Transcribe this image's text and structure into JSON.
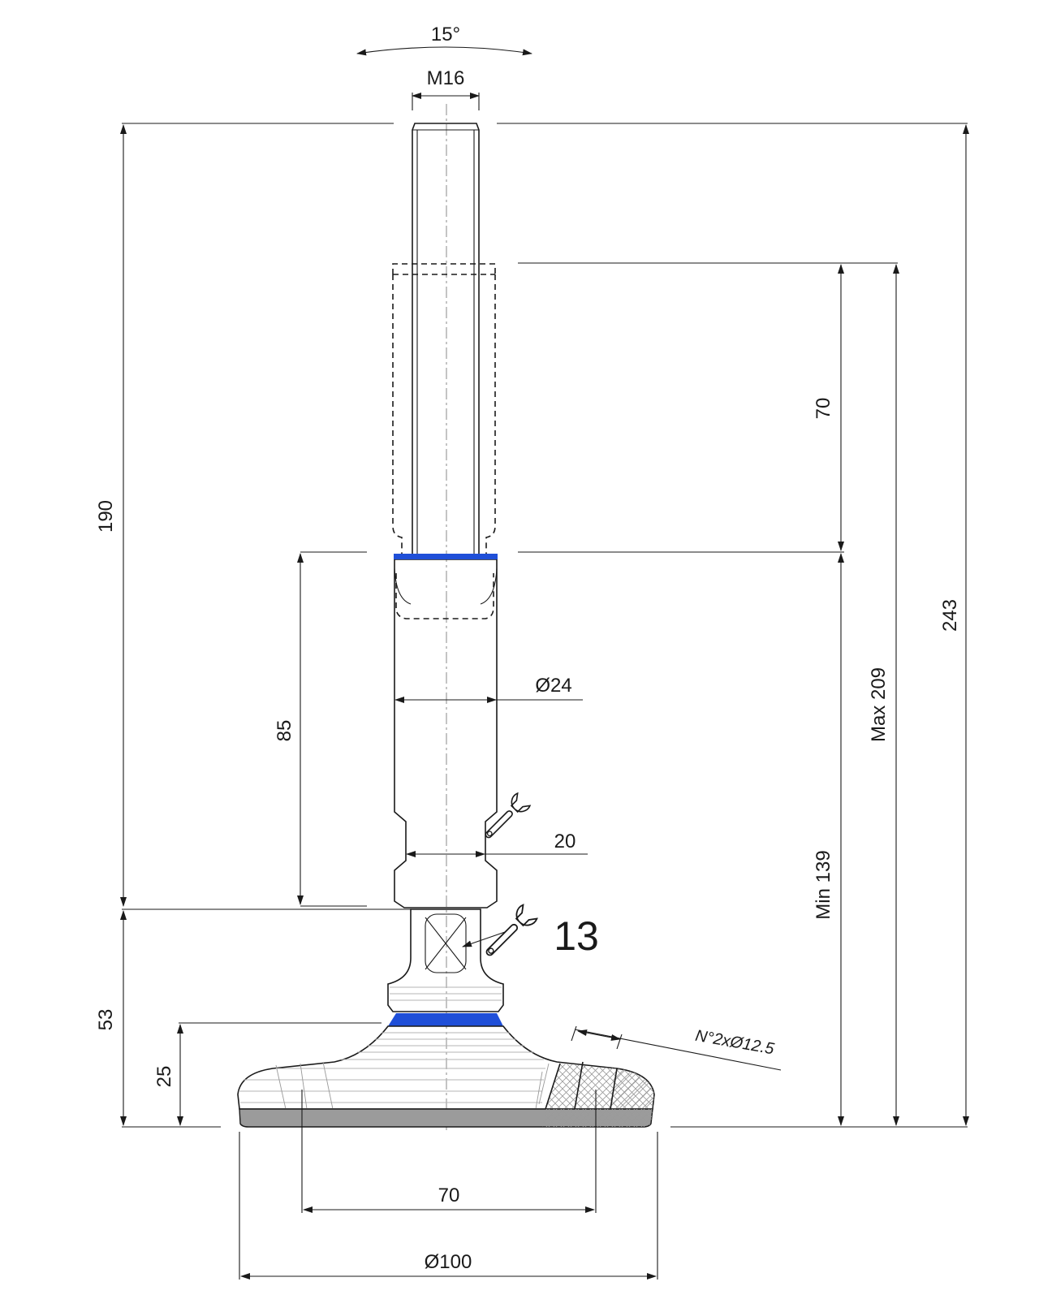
{
  "colors": {
    "line": "#1a1a1a",
    "accent_blue": "#1f4fd8",
    "rubber_pad": "#9b9b9b",
    "hatch": "#9a9a9a"
  },
  "dimensions": {
    "tilt_angle": "15°",
    "thread": "M16",
    "total_height": "190",
    "overall_height": "243",
    "stroke": "70",
    "max_height": "Max 209",
    "min_height": "Min 139",
    "body_length": "85",
    "body_diameter": "Ø24",
    "wrench_body": "20",
    "wrench_nut": "13",
    "base_height": "53",
    "foot_height": "25",
    "holes": "N°2xØ12.5",
    "hole_spacing": "70",
    "base_diameter": "Ø100"
  },
  "icons": {
    "wrench_small": "wrench-icon",
    "wrench_large": "wrench-icon"
  }
}
